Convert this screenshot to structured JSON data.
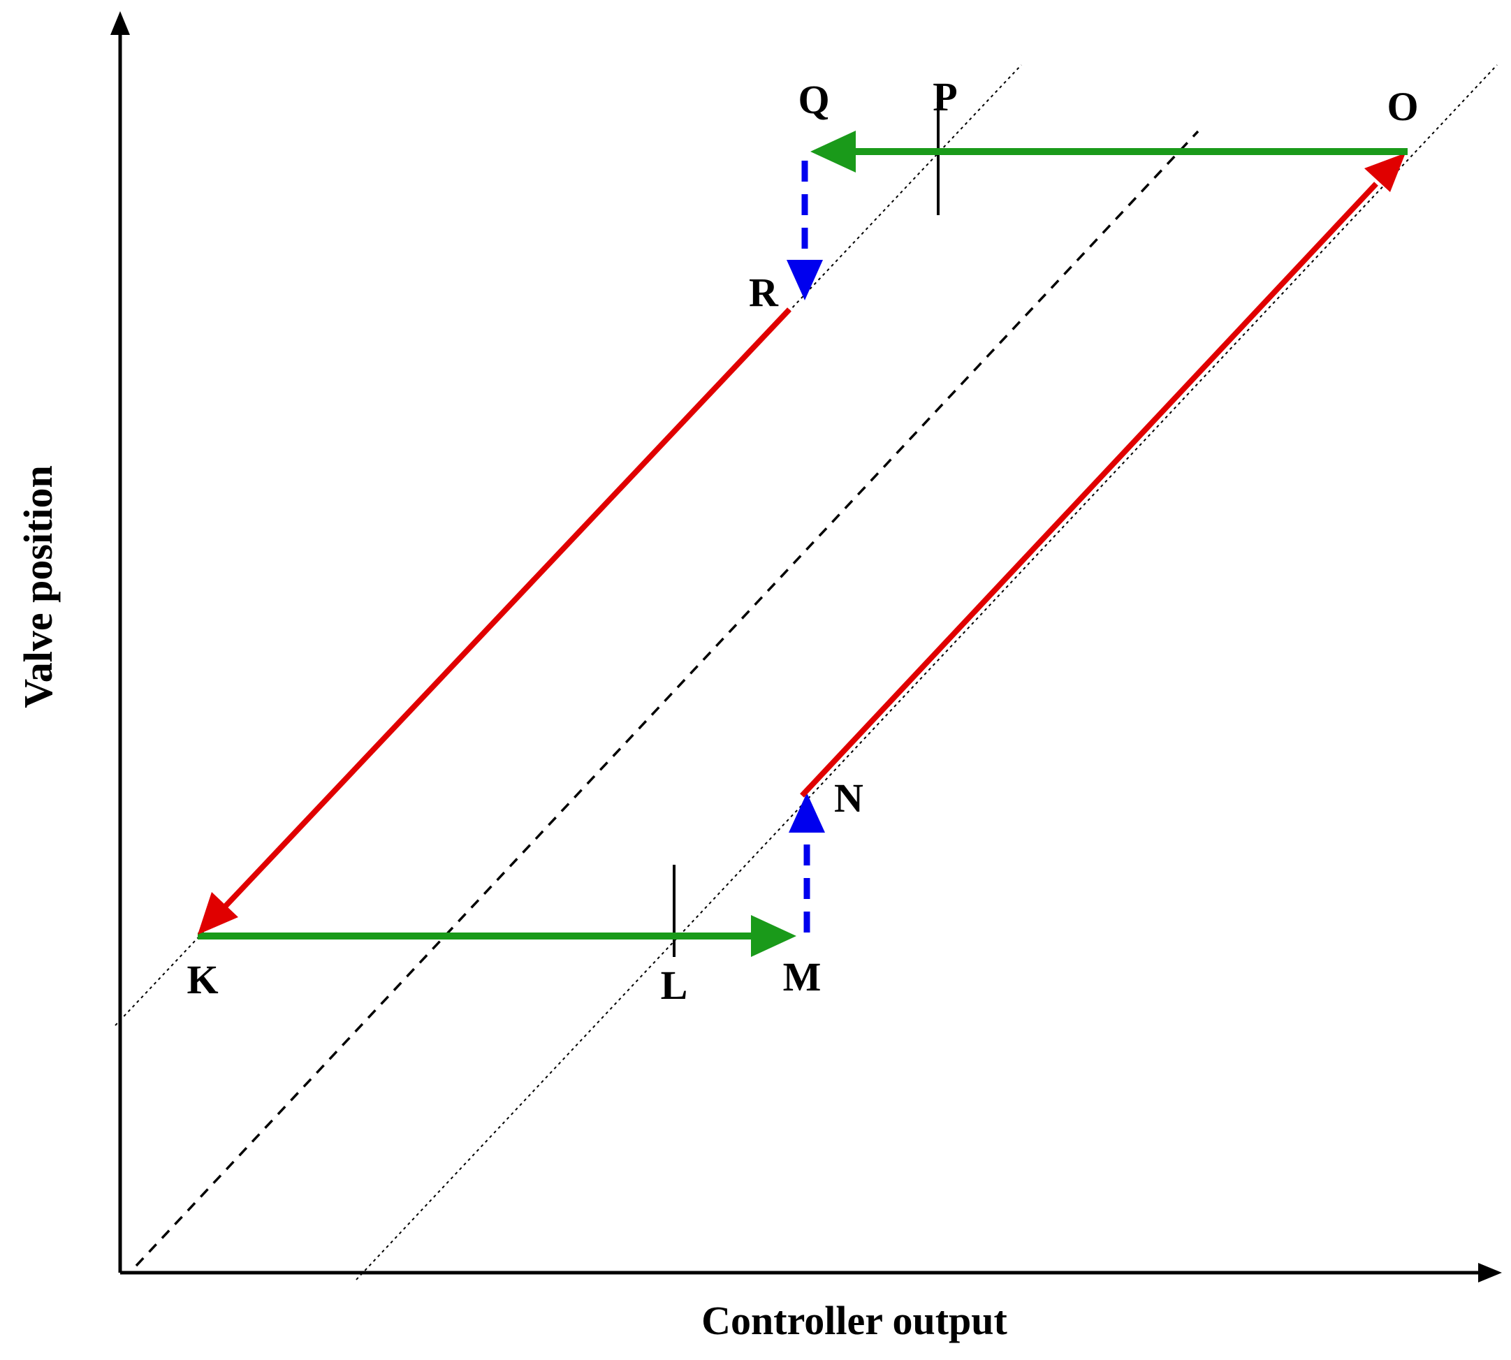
{
  "axes": {
    "x_label": "Controller output",
    "y_label": "Valve position"
  },
  "points": {
    "K": "K",
    "L": "L",
    "M": "M",
    "N": "N",
    "O": "O",
    "P": "P",
    "Q": "Q",
    "R": "R"
  },
  "colors": {
    "slip_path": "#1a9a1a",
    "stick_path": "#e00000",
    "jump": "#0000ee",
    "axes": "#000000",
    "reference_lines": "#000000"
  }
}
